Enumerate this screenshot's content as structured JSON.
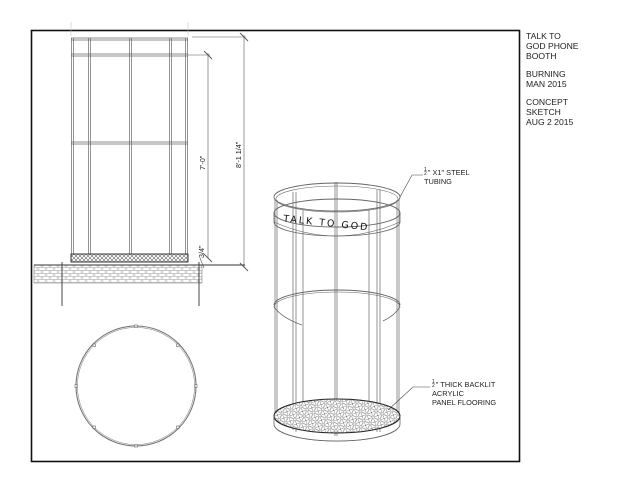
{
  "title_block": {
    "groups": [
      {
        "lines": [
          "TALK TO",
          "GOD PHONE",
          "BOOTH"
        ]
      },
      {
        "lines": [
          "BURNING",
          "MAN 2015"
        ]
      },
      {
        "lines": [
          "CONCEPT",
          "SKETCH",
          "AUG 2 2015"
        ]
      }
    ]
  },
  "notes": {
    "tubing": {
      "fraction_num": "1",
      "fraction_den": "2",
      "line1": "\" X1\" STEEL",
      "line2": "TUBING"
    },
    "flooring": {
      "fraction_num": "1",
      "fraction_den": "2",
      "line1": "\" THICK BACKLIT",
      "line2": "ACRYLIC",
      "line3": "PANEL FLOORING"
    }
  },
  "dimensions": {
    "inner_height": "7'-0\"",
    "overall_height": "8'-1 1/4\"",
    "base": "3/4\""
  },
  "band_lettering": "TALK TO GOD",
  "views": {
    "elevation": "front-elevation",
    "plan": "plan-view",
    "perspective": "perspective-view"
  },
  "colors": {
    "line": "#555555",
    "frame": "#111111",
    "hatch": "#888888"
  }
}
